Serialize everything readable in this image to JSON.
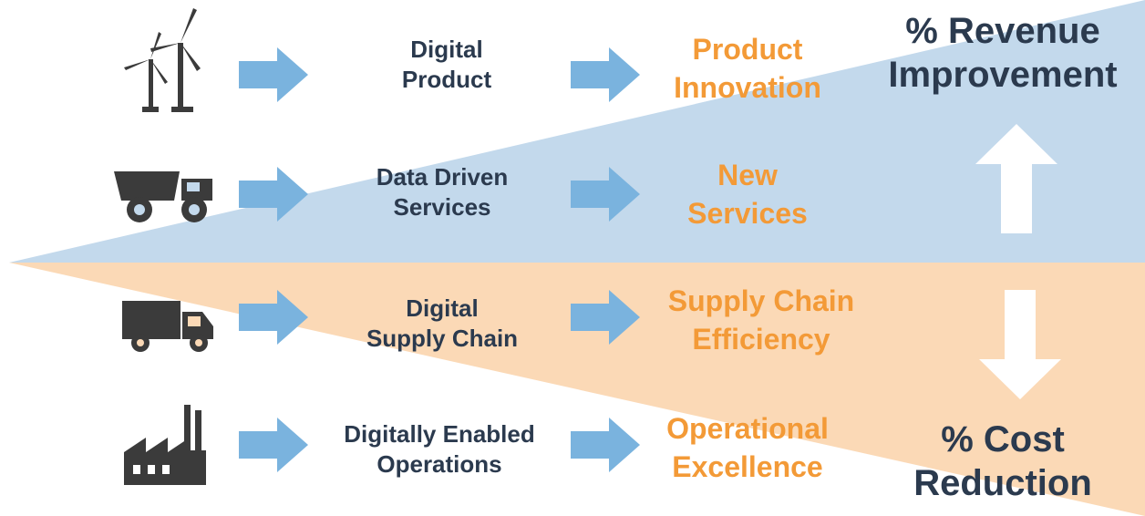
{
  "colors": {
    "revenue_fill": "#c3d9ec",
    "cost_fill": "#fbd9b6",
    "arrow_blue": "#7ab3de",
    "icon_dark": "#3b3b3b",
    "input_text": "#2b3a4e",
    "output_text": "#f39a37",
    "big_arrow": "#ffffff"
  },
  "rows": [
    {
      "icon": "wind-turbine-icon",
      "input": "Digital\nProduct",
      "output": "Product\nInnovation"
    },
    {
      "icon": "mining-truck-icon",
      "input": "Data Driven\nServices",
      "output": "New\nServices"
    },
    {
      "icon": "delivery-truck-icon",
      "input": "Digital\nSupply Chain",
      "output": "Supply Chain\nEfficiency"
    },
    {
      "icon": "factory-icon",
      "input": "Digitally Enabled\nOperations",
      "output": "Operational\nExcellence"
    }
  ],
  "sides": {
    "revenue": "% Revenue\nImprovement",
    "cost": "% Cost\nReduction"
  }
}
